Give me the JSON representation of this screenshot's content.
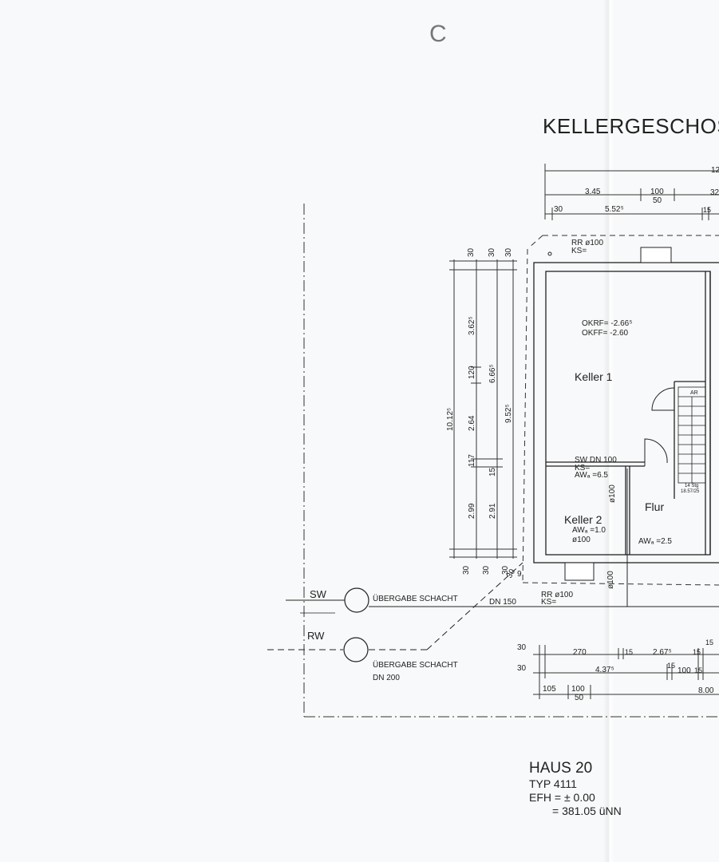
{
  "drawing": {
    "title": "KELLERGESCHOS",
    "corner_mark": "C",
    "rooms": {
      "keller1": "Keller 1",
      "keller2": "Keller 2",
      "flur": "Flur"
    },
    "levels": {
      "okrf": "OKRF= -2.66⁵",
      "okff": "OKFF= -2.60"
    },
    "drainage": {
      "rr_top_1": "RR ø100",
      "rr_top_2": "KS=",
      "sw_dn_1": "SW DN 100",
      "sw_dn_2": "KS=",
      "sw_dn_3": "AWₐ =6.5",
      "keller2_aw": "AWₐ =1.0",
      "keller2_dia": "ø100",
      "flur_aw": "AWₐ =2.5",
      "pipe_v1": "ø100",
      "pipe_v2": "ø100",
      "rr_bottom_1": "RR ø100",
      "rr_bottom_2": "KS=",
      "dn150": "DN 150",
      "stairs_1": "14 Stg",
      "stairs_2": "18.57/25",
      "stairs_ar": "AR"
    },
    "site": {
      "sw": "SW",
      "rw": "RW",
      "schacht_1": "ÜBERGABE SCHACHT",
      "schacht_2": "ÜBERGABE SCHACHT",
      "schacht_dn": "DN 200"
    },
    "dims_top": {
      "d345": "3.45",
      "d100": "100",
      "d50": "50",
      "d30": "30",
      "d5525": "5.52⁵",
      "d12": "12",
      "d32": "32",
      "d15": "15"
    },
    "dims_left": {
      "t1": "30",
      "t2": "30",
      "t3": "30",
      "d10125": "10.12⁵",
      "d3625": "3.62⁵",
      "d120": "120",
      "d6665": "6.66⁵",
      "d264": "2.64",
      "d9525": "9.52⁵",
      "d117": "117",
      "d15": "15",
      "d299": "2.99",
      "d291": "2.91",
      "b1": "30",
      "b2": "30",
      "b3": "30",
      "b4": "30"
    },
    "dims_bottom": {
      "r30a": "30",
      "r30b": "30",
      "d270": "270",
      "d15a": "15",
      "d2675": "2.67⁵",
      "d15b": "15",
      "d4375": "4.37⁵",
      "d15c": "15",
      "d100": "100",
      "d15d": "15",
      "d105": "105",
      "d100b": "100",
      "d50": "50",
      "d800": "8.00",
      "d15top": "15"
    },
    "block": {
      "haus": "HAUS 20",
      "typ": "TYP 4111",
      "efh": "EFH = ± 0.00",
      "nn": "= 381.05 üNN"
    },
    "marks": {
      "nine": "9"
    }
  }
}
